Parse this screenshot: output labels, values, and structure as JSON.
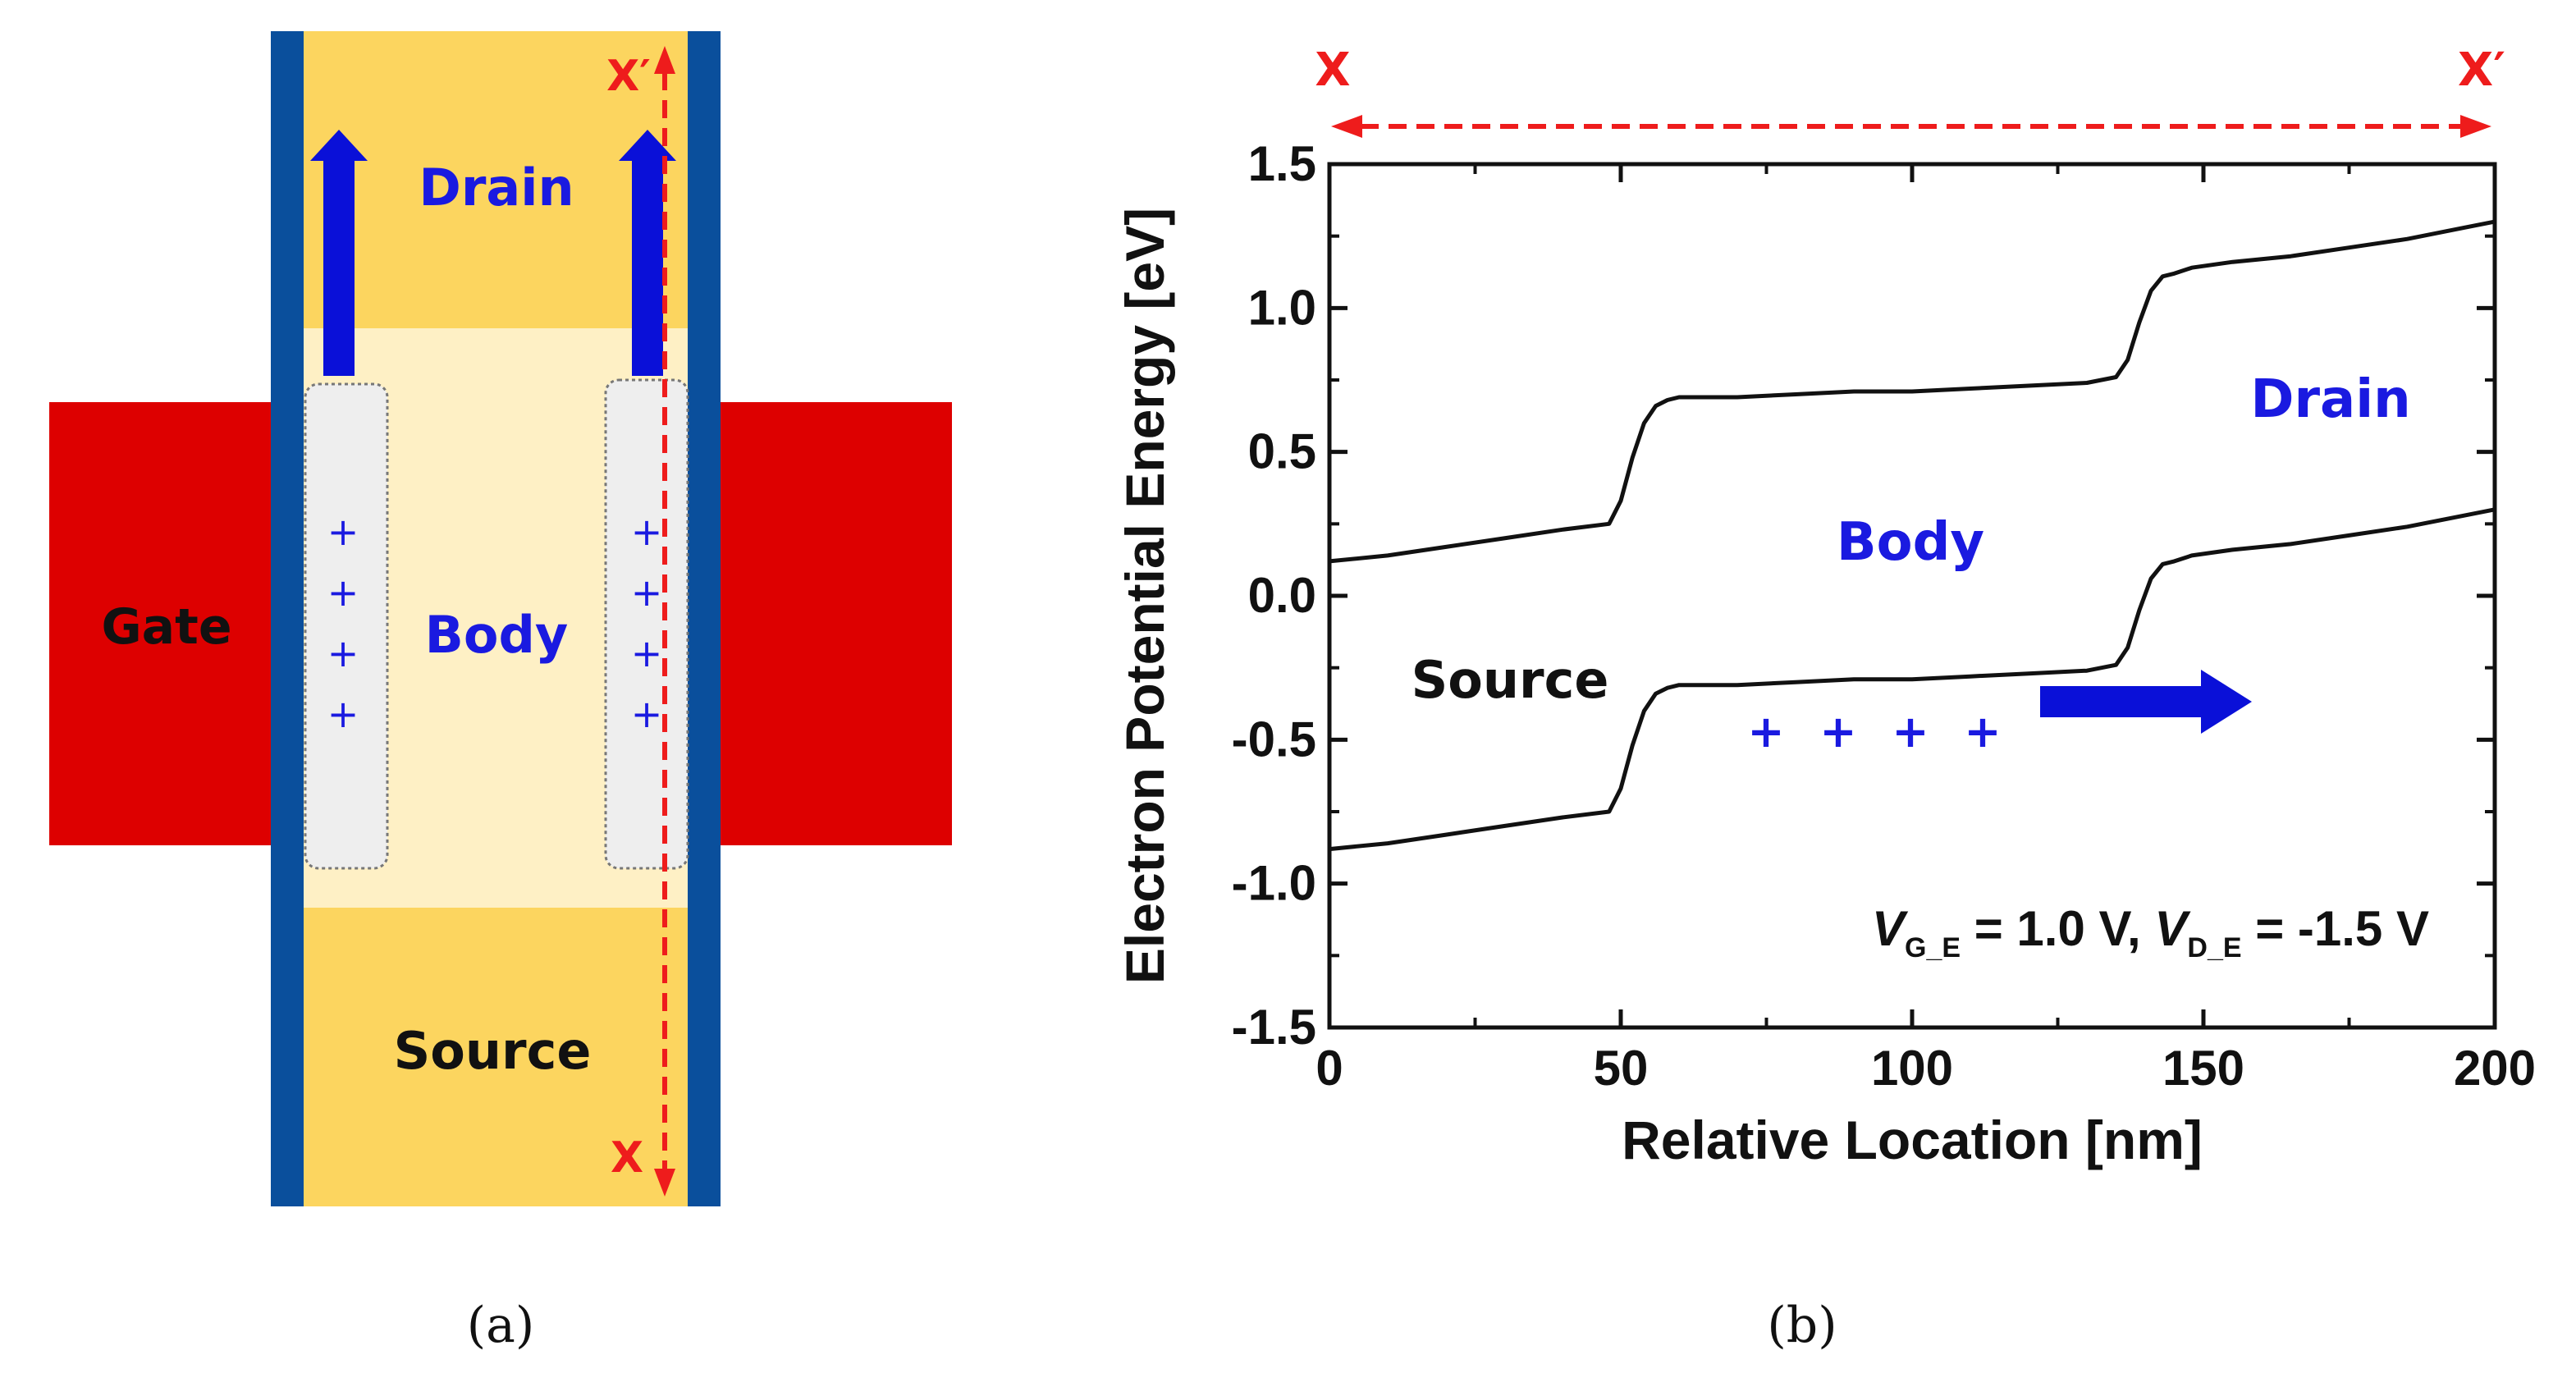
{
  "panel_a": {
    "caption": "(a)",
    "labels": {
      "gate": "Gate",
      "drain": "Drain",
      "body": "Body",
      "source": "Source",
      "x_top": "X′",
      "x_bottom": "X"
    },
    "holes_left": [
      "+",
      "+",
      "+",
      "+"
    ],
    "holes_right": [
      "+",
      "+",
      "+",
      "+"
    ],
    "colors": {
      "gate": "#dd0000",
      "oxide": "#0a4f9c",
      "channel": "#fcd55f",
      "body_region": "#fef0c5",
      "arrow": "#0a10d8",
      "cut_line": "#ee1c1c",
      "hole": "#1a1ae0"
    }
  },
  "panel_b": {
    "caption": "(b)",
    "x_label_left": "X",
    "x_label_right": "X′",
    "region_labels": {
      "drain": "Drain",
      "body": "Body",
      "source": "Source"
    },
    "holes": [
      "+",
      "+",
      "+",
      "+"
    ],
    "condition": {
      "v1_symbol": "V",
      "v1_sub": "G_E",
      "v1_rest": " = 1.0 V, ",
      "v2_symbol": "V",
      "v2_sub": "D_E",
      "v2_rest": " = -1.5 V"
    }
  },
  "chart_data": {
    "type": "line",
    "xlabel": "Relative Location [nm]",
    "ylabel": "Electron Potential Energy [eV]",
    "xlim": [
      0,
      200
    ],
    "ylim": [
      -1.5,
      1.5
    ],
    "xticks": [
      "0",
      "50",
      "100",
      "150",
      "200"
    ],
    "yticks": [
      "1.5",
      "1.0",
      "0.5",
      "0.0",
      "-0.5",
      "-1.0",
      "-1.5"
    ],
    "series": [
      {
        "name": "",
        "x": [
          0,
          10,
          20,
          30,
          40,
          48,
          50,
          52,
          54,
          56,
          58,
          60,
          62,
          70,
          80,
          90,
          100,
          110,
          120,
          130,
          135,
          137,
          139,
          141,
          143,
          145,
          148,
          155,
          165,
          175,
          185,
          195,
          200
        ],
        "y": [
          0.12,
          0.14,
          0.17,
          0.2,
          0.23,
          0.25,
          0.33,
          0.48,
          0.6,
          0.66,
          0.68,
          0.69,
          0.69,
          0.69,
          0.7,
          0.71,
          0.71,
          0.72,
          0.73,
          0.74,
          0.76,
          0.82,
          0.95,
          1.06,
          1.11,
          1.12,
          1.14,
          1.16,
          1.18,
          1.21,
          1.24,
          1.28,
          1.3
        ]
      },
      {
        "name": "",
        "x": [
          0,
          10,
          20,
          30,
          40,
          48,
          50,
          52,
          54,
          56,
          58,
          60,
          62,
          70,
          80,
          90,
          100,
          110,
          120,
          130,
          135,
          137,
          139,
          141,
          143,
          145,
          148,
          155,
          165,
          175,
          185,
          195,
          200
        ],
        "y": [
          -0.88,
          -0.86,
          -0.83,
          -0.8,
          -0.77,
          -0.75,
          -0.67,
          -0.52,
          -0.4,
          -0.34,
          -0.32,
          -0.31,
          -0.31,
          -0.31,
          -0.3,
          -0.29,
          -0.29,
          -0.28,
          -0.27,
          -0.26,
          -0.24,
          -0.18,
          -0.05,
          0.06,
          0.11,
          0.12,
          0.14,
          0.16,
          0.18,
          0.21,
          0.24,
          0.28,
          0.3
        ]
      }
    ]
  }
}
